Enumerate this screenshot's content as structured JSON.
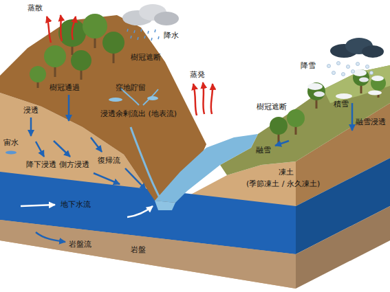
{
  "diagram": {
    "labels": [
      "蒸散",
      "降水",
      "樹冠遮断",
      "樹冠通過",
      "窪地貯留",
      "浸透",
      "浸透余剰流出 (地表流)",
      "宙水",
      "降下浸透",
      "側方浸透",
      "復帰流",
      "蒸発",
      "樹冠遮断",
      "降雪",
      "積雪",
      "融雪浸透",
      "融雪",
      "凍土",
      "(季節凍土 / 永久凍土)",
      "地下水流",
      "岩盤流",
      "岩盤"
    ]
  }
}
